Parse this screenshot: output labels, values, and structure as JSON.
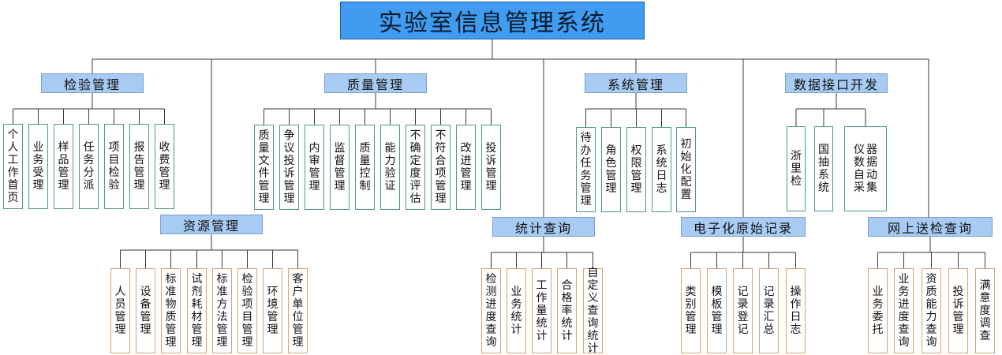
{
  "root": {
    "label": "实验室信息管理系统"
  },
  "groups": {
    "jianyan": {
      "title": "检验管理",
      "items": [
        "个人工作首页",
        "业务受理",
        "样品管理",
        "任务分派",
        "项目检验",
        "报告管理",
        "收费管理"
      ]
    },
    "zhiliang": {
      "title": "质量管理",
      "items": [
        "质量文件管理",
        "争议投诉管理",
        "内审管理",
        "监督管理",
        "质量控制",
        "能力验证",
        "不确定度评估",
        "不符合项管理",
        "改进管理",
        "投诉管理"
      ]
    },
    "xitong": {
      "title": "系统管理",
      "items": [
        "待办任务管理",
        "角色管理",
        "权限管理",
        "系统日志",
        "初始化配置"
      ]
    },
    "shuju": {
      "title": "数据接口开发",
      "items": [
        "浙里检",
        "国抽系统",
        "仪器数据自动采集"
      ]
    },
    "ziyuan": {
      "title": "资源管理",
      "items": [
        "人员管理",
        "设备管理",
        "标准物质管理",
        "试剂耗材管理",
        "标准方法管理",
        "检验项目管理",
        "环境管理",
        "客户单位管理"
      ]
    },
    "tongji": {
      "title": "统计查询",
      "items": [
        "检测进度查询",
        "业务统计",
        "工作量统计",
        "合格率统计",
        "自定义查询统计"
      ]
    },
    "dianzi": {
      "title": "电子化原始记录",
      "items": [
        "类别管理",
        "模板管理",
        "记录登记",
        "记录汇总",
        "操作日志"
      ]
    },
    "wangshang": {
      "title": "网上送检查询",
      "items": [
        "业务委托",
        "业务进度查询",
        "资质能力查询",
        "投诉管理",
        "满意度调查"
      ]
    }
  },
  "colors": {
    "root": "#3f9cf0",
    "header": "#a7cbf2",
    "leaf_border_green": "#4c9b7b",
    "leaf_border_orange": "#d6a472",
    "line": "#3a3a3a"
  }
}
